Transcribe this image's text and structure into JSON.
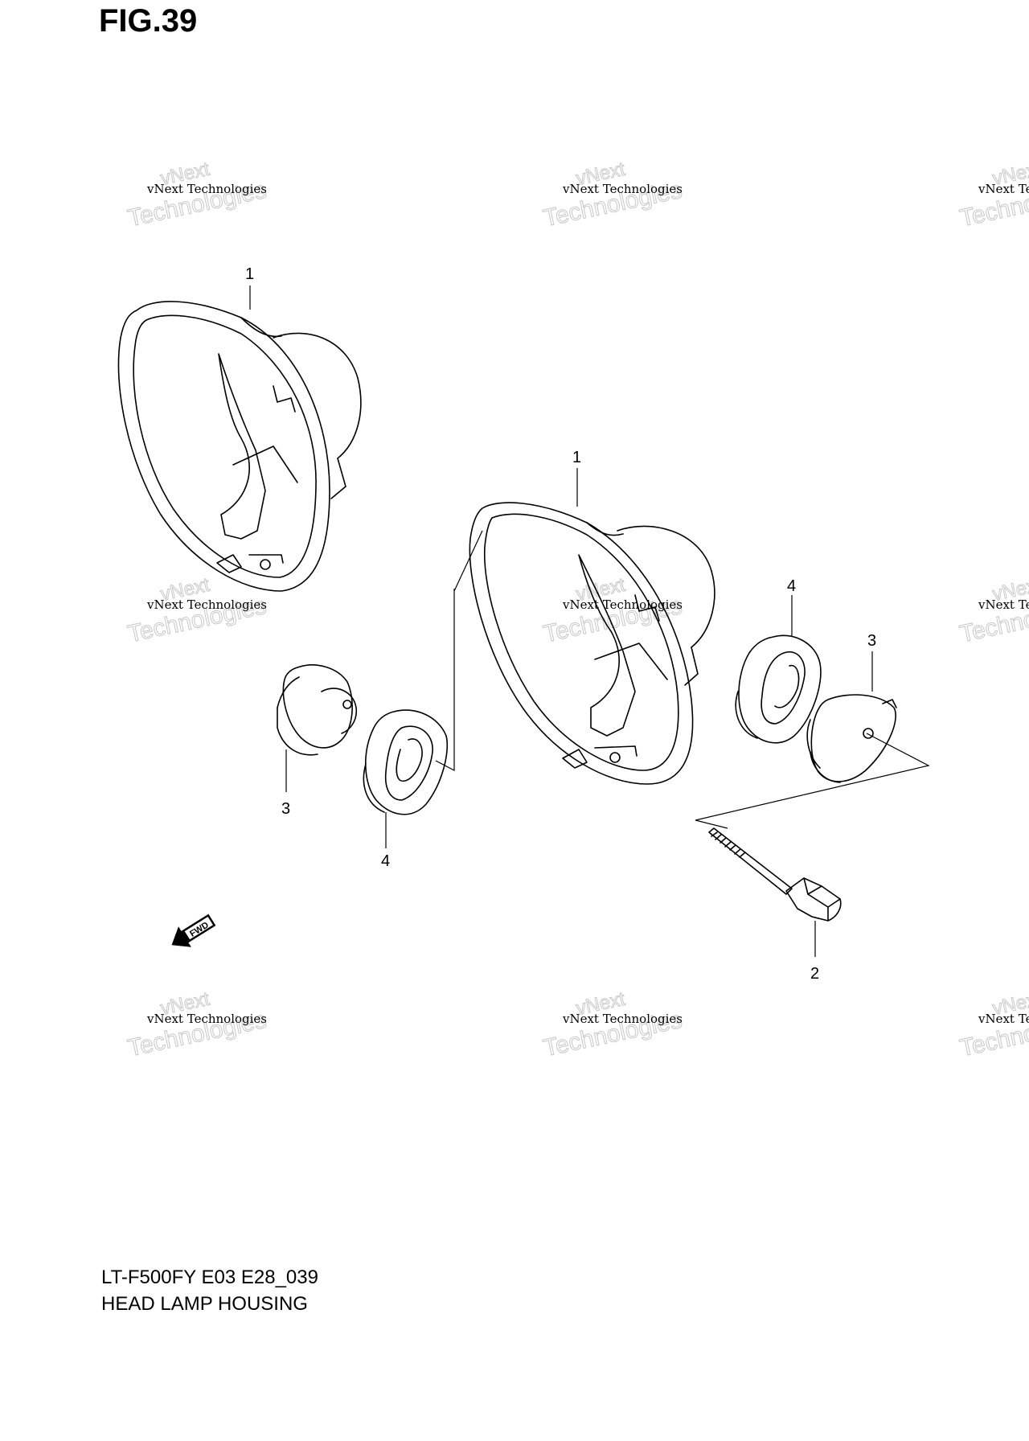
{
  "figure": {
    "title": "FIG.39",
    "model_code": "LT-F500FY E03 E28_039",
    "part_title": "HEAD LAMP HOUSING"
  },
  "callouts": {
    "housing_left": "1",
    "housing_right": "1",
    "bolt": "2",
    "grommet_small_left": "3",
    "grommet_small_right": "3",
    "grommet_large_left": "4",
    "grommet_large_right": "4"
  },
  "fwd_label": "FWD",
  "watermark": {
    "line1": "vNext Technologies",
    "line2": "vNext",
    "line3": "Technologies"
  }
}
